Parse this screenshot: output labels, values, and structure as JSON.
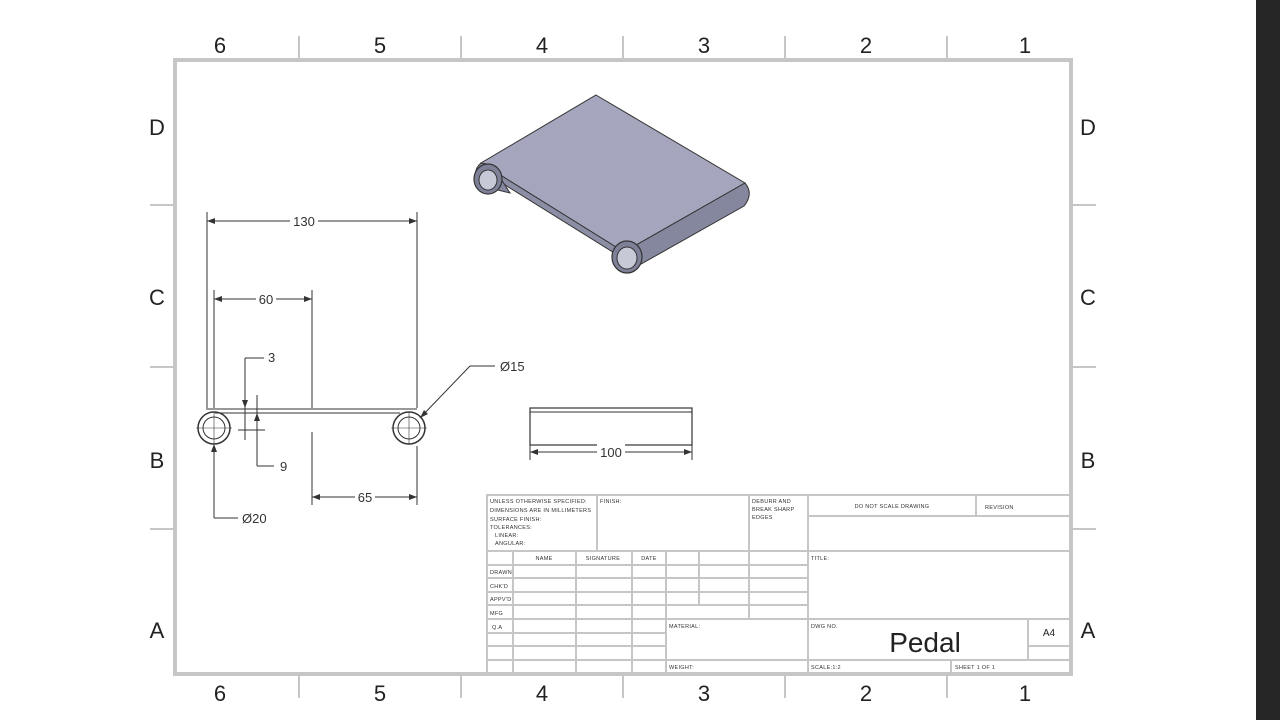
{
  "sheet": {
    "columns": [
      "6",
      "5",
      "4",
      "3",
      "2",
      "1"
    ],
    "rows": [
      "D",
      "C",
      "B",
      "A"
    ]
  },
  "dimensions": {
    "width_130": "130",
    "width_60": "60",
    "thickness_3": "3",
    "radius_9": "9",
    "width_65": "65",
    "dia_15": "Ø15",
    "dia_20": "Ø20",
    "length_100": "100"
  },
  "title_block": {
    "unless_note": [
      "UNLESS OTHERWISE SPECIFIED:",
      "DIMENSIONS ARE IN MILLIMETERS",
      "SURFACE FINISH:",
      "TOLERANCES:",
      "LINEAR:",
      "ANGULAR:"
    ],
    "finish": "FINISH:",
    "deburr": [
      "DEBURR AND",
      "BREAK SHARP",
      "EDGES"
    ],
    "do_not_scale": "DO NOT SCALE DRAWING",
    "revision": "REVISION",
    "col_name": "NAME",
    "col_signature": "SIGNATURE",
    "col_date": "DATE",
    "row_drawn": "DRAWN",
    "row_chkd": "CHK'D",
    "row_appvd": "APPV'D",
    "row_mfg": "MFG",
    "row_qa": "Q.A",
    "title_label": "TITLE:",
    "material": "MATERIAL:",
    "dwg_no": "DWG NO.",
    "part_name": "Pedal",
    "size": "A4",
    "weight": "WEIGHT:",
    "scale": "SCALE:1:2",
    "sheet": "SHEET 1 OF 1"
  },
  "colors": {
    "border": "#c6c6c6",
    "line": "#333333",
    "part_top": "#a5a6bd",
    "part_side": "#85879f",
    "part_dark": "#4a4b5e"
  }
}
